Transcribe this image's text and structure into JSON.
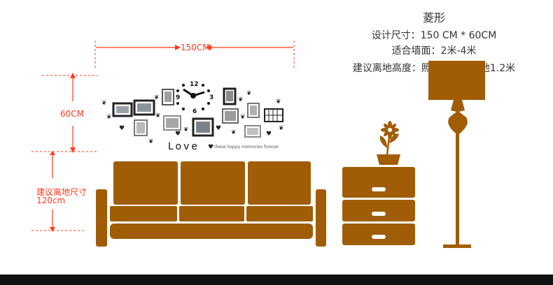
{
  "spec": {
    "title": "菱形",
    "size": "设计尺寸：150 CM * 60CM",
    "wall": "适合墙面：2米-4米",
    "height": "建议离地高度：照片墙底部离地1.2米"
  },
  "dimensions": {
    "width_label": "150CM",
    "height_label": "60CM",
    "floor_label_line1": "建议离地尺寸",
    "floor_label_line2": "120cm"
  },
  "wall_art": {
    "love_text": "Love",
    "tagline": "these happy memories forever",
    "clock_numbers": [
      "12",
      "3",
      "6",
      "9"
    ]
  },
  "colors": {
    "furniture": "#a15d05",
    "dimension": "#ff3a1a",
    "frame": "#222222"
  }
}
